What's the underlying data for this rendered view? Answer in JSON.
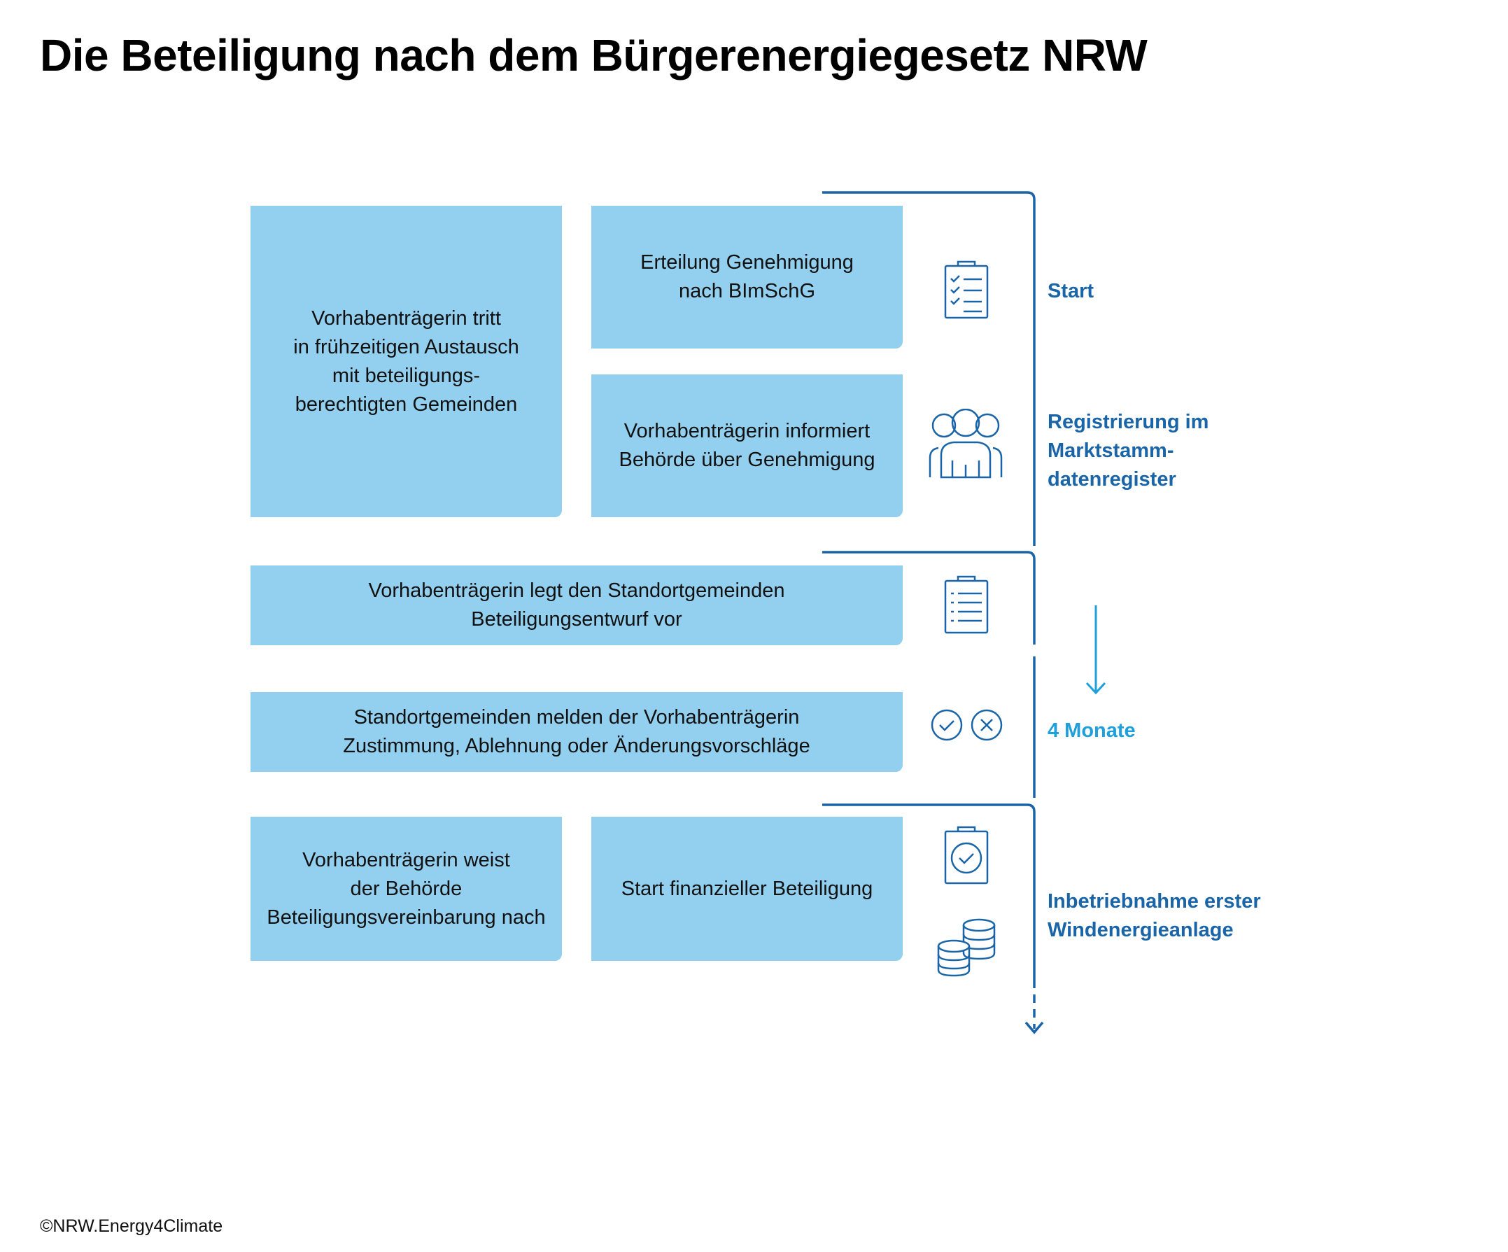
{
  "title": "Die Beteiligung nach dem Bürgerenergiegesetz NRW",
  "steps": {
    "austausch": "Vorhabenträgerin tritt\nin frühzeitigen Austausch\nmit beteiligungs-\nberechtigten Gemeinden",
    "genehmigung": "Erteilung Genehmigung\nnach BImSchG",
    "informiert": "Vorhabenträgerin informiert\nBehörde über Genehmigung",
    "entwurf": "Vorhabenträgerin legt den Standortgemeinden\nBeteiligungsentwurf vor",
    "melden": "Standortgemeinden melden der Vorhabenträgerin\nZustimmung, Ablehnung oder Änderungsvorschläge",
    "nachweis": "Vorhabenträgerin weist\nder Behörde\nBeteiligungsvereinbarung nach",
    "start_finanziell": "Start finanzieller Beteiligung"
  },
  "timeline": {
    "start": "Start",
    "registrierung": "Registrierung im\nMarktstamm-\ndatenregister",
    "monate": "4 Monate",
    "inbetriebnahme": "Inbetriebnahme erster\nWindenergieanlage"
  },
  "icons": {
    "checklist": "clipboard-checklist-icon",
    "people": "people-group-icon",
    "document": "clipboard-list-icon",
    "approve_reject": "check-and-cross-icon",
    "approved": "clipboard-check-icon",
    "coins": "coin-stacks-icon"
  },
  "colors": {
    "box": "#93cfee",
    "dark_blue": "#1a65a8",
    "light_blue": "#1ea0dd"
  },
  "credit": "©NRW.Energy4Climate"
}
